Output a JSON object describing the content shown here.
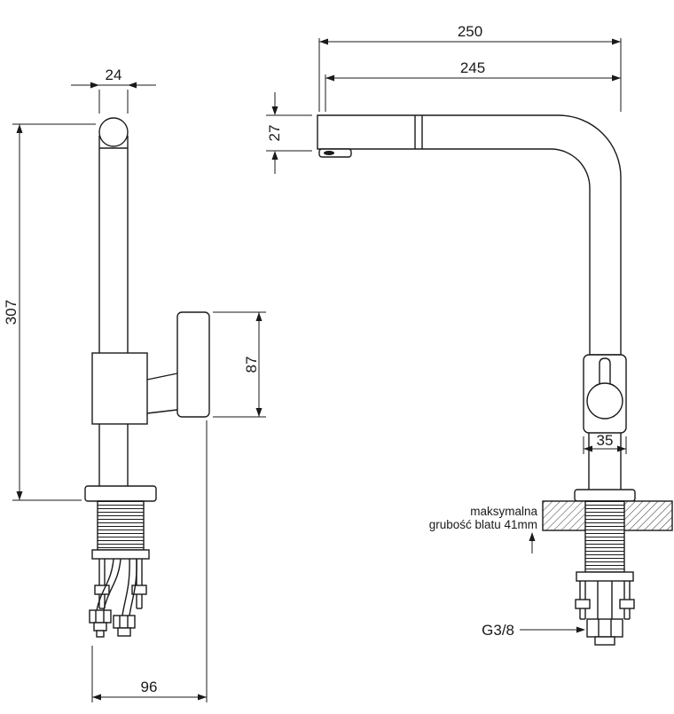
{
  "dims": {
    "d250": "250",
    "d245": "245",
    "d24": "24",
    "d27": "27",
    "d307": "307",
    "d87": "87",
    "d35": "35",
    "d96": "96",
    "note_line1": "maksymalna",
    "note_line2": "grubość blatu 41mm",
    "thread": "G3/8"
  },
  "colors": {
    "line": "#1a1a1a",
    "background": "#ffffff"
  }
}
